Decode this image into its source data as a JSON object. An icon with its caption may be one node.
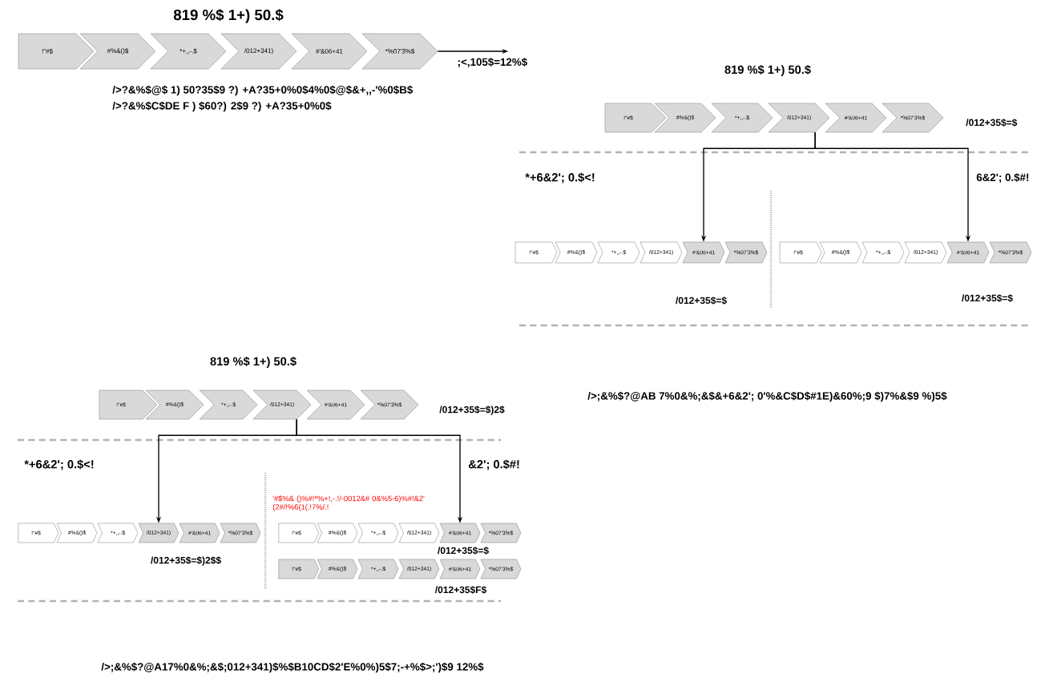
{
  "diagram": {
    "nodes": [
      {
        "text": [
          "!\"#$"
        ]
      },
      {
        "text": [
          "#%&()$"
        ]
      },
      {
        "text": [
          "*+,,-.$"
        ]
      },
      {
        "text": [
          "/012+341)"
        ]
      },
      {
        "text": [
          "#'&06+41"
        ]
      },
      {
        "text": [
          "*%07'3%$"
        ]
      },
      {
        "text": [
          "!\"#$"
        ]
      },
      {
        "text": [
          "#%&()$"
        ]
      },
      {
        "text": [
          "*+,,-.$"
        ]
      },
      {
        "text": [
          "/012+341)"
        ]
      },
      {
        "text": [
          "#'&06+41"
        ]
      },
      {
        "text": [
          "*%07'3%$"
        ]
      },
      {
        "text": [
          "!\"#$"
        ]
      },
      {
        "text": [
          "#%&()$"
        ]
      },
      {
        "text": [
          "*+,,-.$"
        ]
      },
      {
        "text": [
          "/012+341)"
        ]
      },
      {
        "text": [
          "#'&06+41"
        ]
      },
      {
        "text": [
          "*%07'3%$"
        ]
      },
      {
        "text": [
          "!\"#$"
        ]
      },
      {
        "text": [
          "#%&()$"
        ]
      },
      {
        "text": [
          "*+,,-.$"
        ]
      },
      {
        "text": [
          "/012+341)"
        ]
      },
      {
        "text": [
          "#'&06+41"
        ]
      },
      {
        "text": [
          "*%07'3%$"
        ]
      },
      {
        "text": [
          "!\"#$"
        ]
      },
      {
        "text": [
          "#%&()$"
        ]
      },
      {
        "text": [
          "*+,,-.$"
        ]
      },
      {
        "text": [
          "/012+341)"
        ]
      },
      {
        "text": [
          "#'&06+41"
        ]
      },
      {
        "text": [
          "*%07'3%$"
        ]
      },
      {
        "text": [
          "!\"#$"
        ]
      },
      {
        "text": [
          "#%&()$"
        ]
      },
      {
        "text": [
          "*+,,-.$"
        ]
      },
      {
        "text": [
          "/012+341)"
        ]
      },
      {
        "text": [
          "#'&06+41"
        ]
      },
      {
        "text": [
          "*%07'3%$"
        ]
      },
      {
        "text": [
          "!\"#$"
        ]
      },
      {
        "text": [
          "#%&()$"
        ]
      },
      {
        "text": [
          "*+,,-.$"
        ]
      },
      {
        "text": [
          "/012+341)"
        ]
      },
      {
        "text": [
          "#'&06+41"
        ]
      },
      {
        "text": [
          "*%07'3%$"
        ]
      },
      {
        "text": [
          "!\"#$"
        ]
      },
      {
        "text": [
          "#%&()$"
        ]
      },
      {
        "text": [
          "*+,,-.$"
        ]
      },
      {
        "text": [
          "/012+341)"
        ]
      },
      {
        "text": [
          "#'&06+41"
        ]
      },
      {
        "text": [
          "*%07'3%$"
        ]
      }
    ],
    "edges": [
      {
        "from": 5,
        "to": null,
        "arrow": "to",
        "label": ";<,105$=12%$"
      },
      {
        "from": 9,
        "to": 16,
        "arrow": "to"
      },
      {
        "from": 9,
        "to": 22,
        "arrow": "to"
      },
      {
        "from": 27,
        "to": 33,
        "arrow": "to"
      },
      {
        "from": 27,
        "to": 40,
        "arrow": "to"
      }
    ],
    "labels": [
      "819 %$ 1+) 50.$",
      "/>?&%$@$ 1) 50?35$9 ?) +A?35+0%0$4%0$@$&+,,-'%0$B$",
      "/>?&%$C$DE F ) $60?) 2$9 ?) +A?35+0%0$",
      "819 %$ 1+) 50.$",
      "/012+35$=$",
      "*+6&2'; 0.$<!",
      "6&2'; 0.$#!",
      "/012+35$=$",
      "/012+35$=$",
      "819 %$ 1+) 50.$",
      "/012+35$=$)2$",
      "/>;&%$?@AB 7%0&%;&$&+6&2'; 0'%&C$D$#1E)&60%;9 $)7%&$9 %)5$",
      "*+6&2'; 0.$<!",
      "&2'; 0.$#!",
      "'#$%& ()%#!*%+!,-.!/-0012&# 0&%5-6)%#!&2' (2#/!%6(1(.!7%/.!",
      "/012+35$=$",
      "/012+35$=$)2$$",
      "/012+35$F$",
      "/>;&%$?@A17%0&%;&$;012+341)$%$B10CD$2'E%0%)5$7;-+%$>;')$9 12%$"
    ]
  }
}
